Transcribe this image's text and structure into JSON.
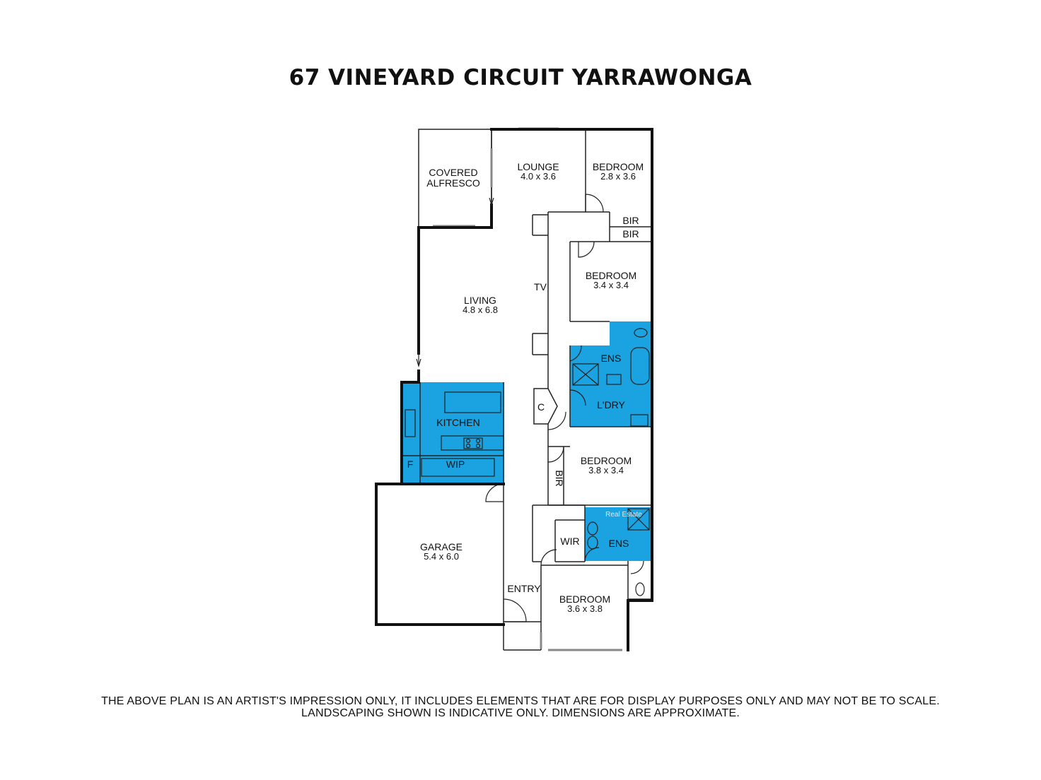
{
  "title": "67 VINEYARD CIRCUIT YARRAWONGA",
  "colors": {
    "wet_area": "#1aa3e0",
    "wall": "#111111"
  },
  "rooms": {
    "covered_alfresco": {
      "line1": "COVERED",
      "line2": "ALFRESCO"
    },
    "lounge": {
      "name": "LOUNGE",
      "dims": "4.0 x 3.6"
    },
    "bedroom_1": {
      "name": "BEDROOM",
      "dims": "2.8 x 3.6"
    },
    "bir_1": "BIR",
    "bir_2": "BIR",
    "bedroom_2": {
      "name": "BEDROOM",
      "dims": "3.4 x 3.4"
    },
    "tv": "TV",
    "living": {
      "name": "LIVING",
      "dims": "4.8 x 6.8"
    },
    "ens_1": "ENS",
    "cupboard": "C",
    "laundry": "L'DRY",
    "kitchen": "KITCHEN",
    "fridge": "F",
    "wip": "WIP",
    "bedroom_3": {
      "name": "BEDROOM",
      "dims": "3.8 x 3.4"
    },
    "bir_3": "BIR",
    "garage": {
      "name": "GARAGE",
      "dims": "5.4 x 6.0"
    },
    "wir": "WIR",
    "ens_2": "ENS",
    "entry": "ENTRY",
    "bedroom_4": {
      "name": "BEDROOM",
      "dims": "3.6 x 3.8"
    }
  },
  "watermark": "Real Estate",
  "disclaimer": {
    "line1": "THE ABOVE PLAN IS AN ARTIST'S IMPRESSION ONLY, IT INCLUDES ELEMENTS THAT ARE FOR DISPLAY PURPOSES ONLY AND MAY NOT BE TO SCALE.",
    "line2": "LANDSCAPING SHOWN IS INDICATIVE ONLY. DIMENSIONS ARE APPROXIMATE."
  }
}
